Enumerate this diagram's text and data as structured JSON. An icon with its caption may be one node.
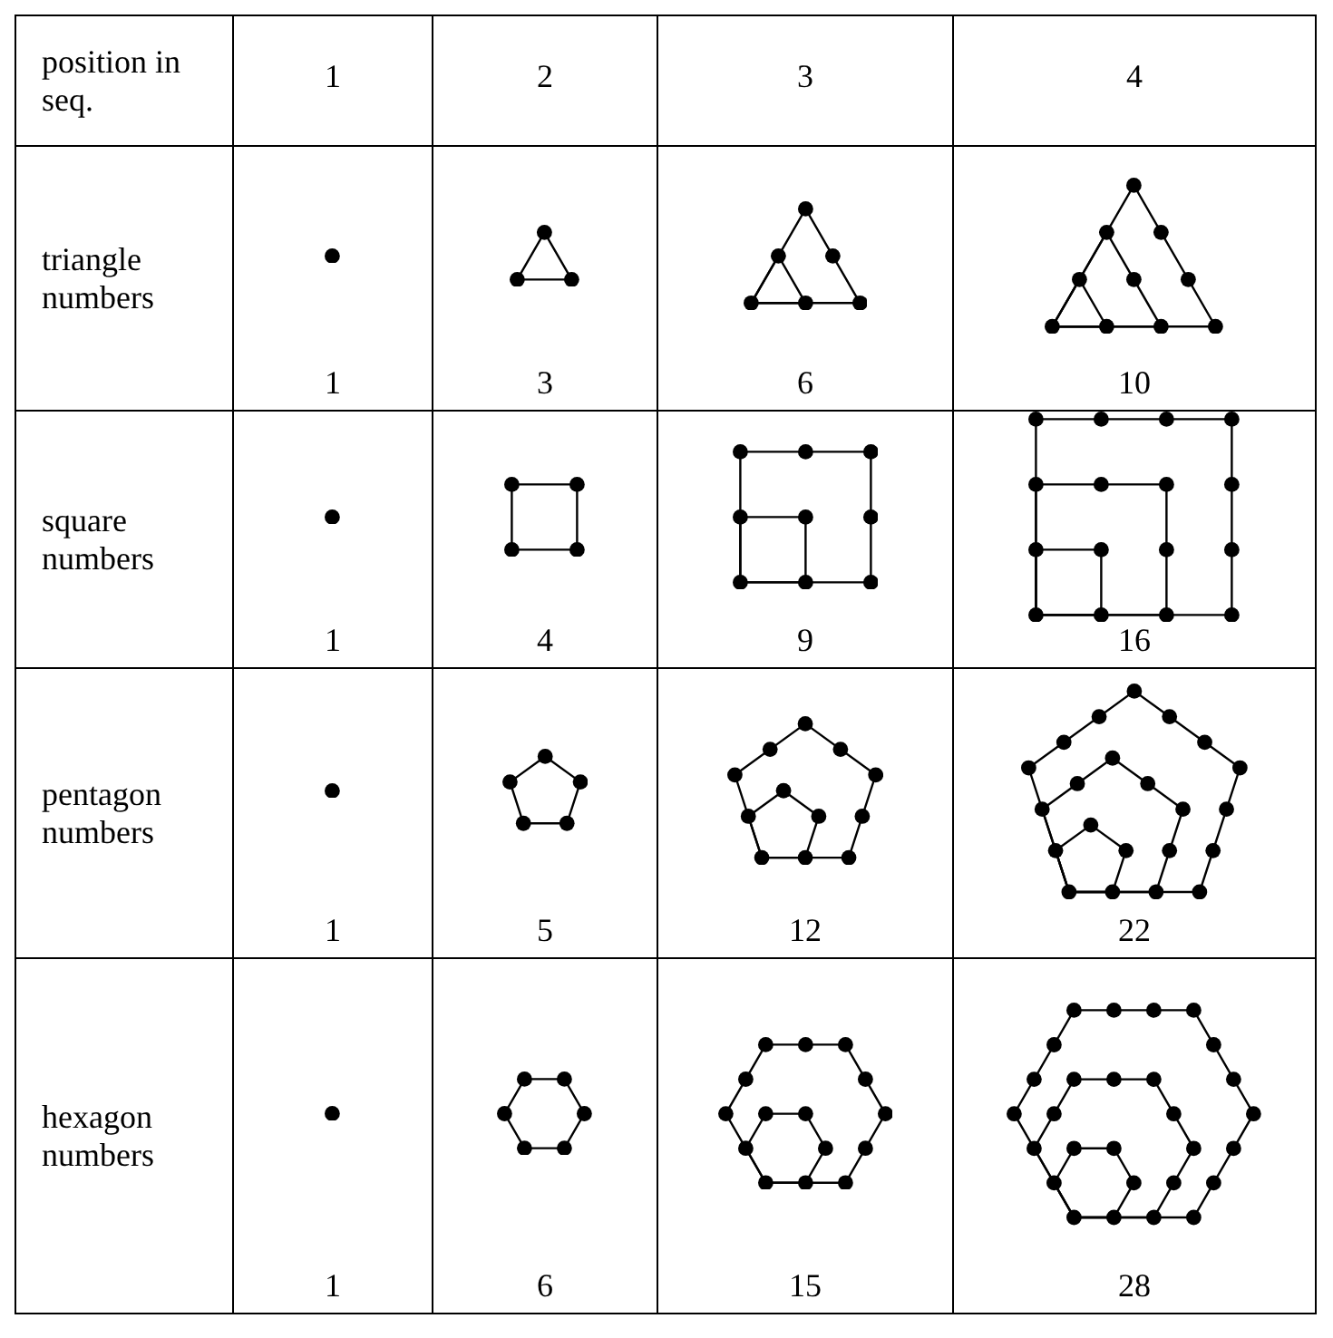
{
  "diagram": {
    "labels": [
      "position in seq.",
      "1",
      "2",
      "3",
      "4",
      "triangle numbers",
      "1",
      "3",
      "6",
      "10",
      "square numbers",
      "1",
      "4",
      "9",
      "16",
      "pentagon numbers",
      "1",
      "5",
      "12",
      "22",
      "hexagon numbers",
      "1",
      "6",
      "15",
      "28"
    ]
  }
}
